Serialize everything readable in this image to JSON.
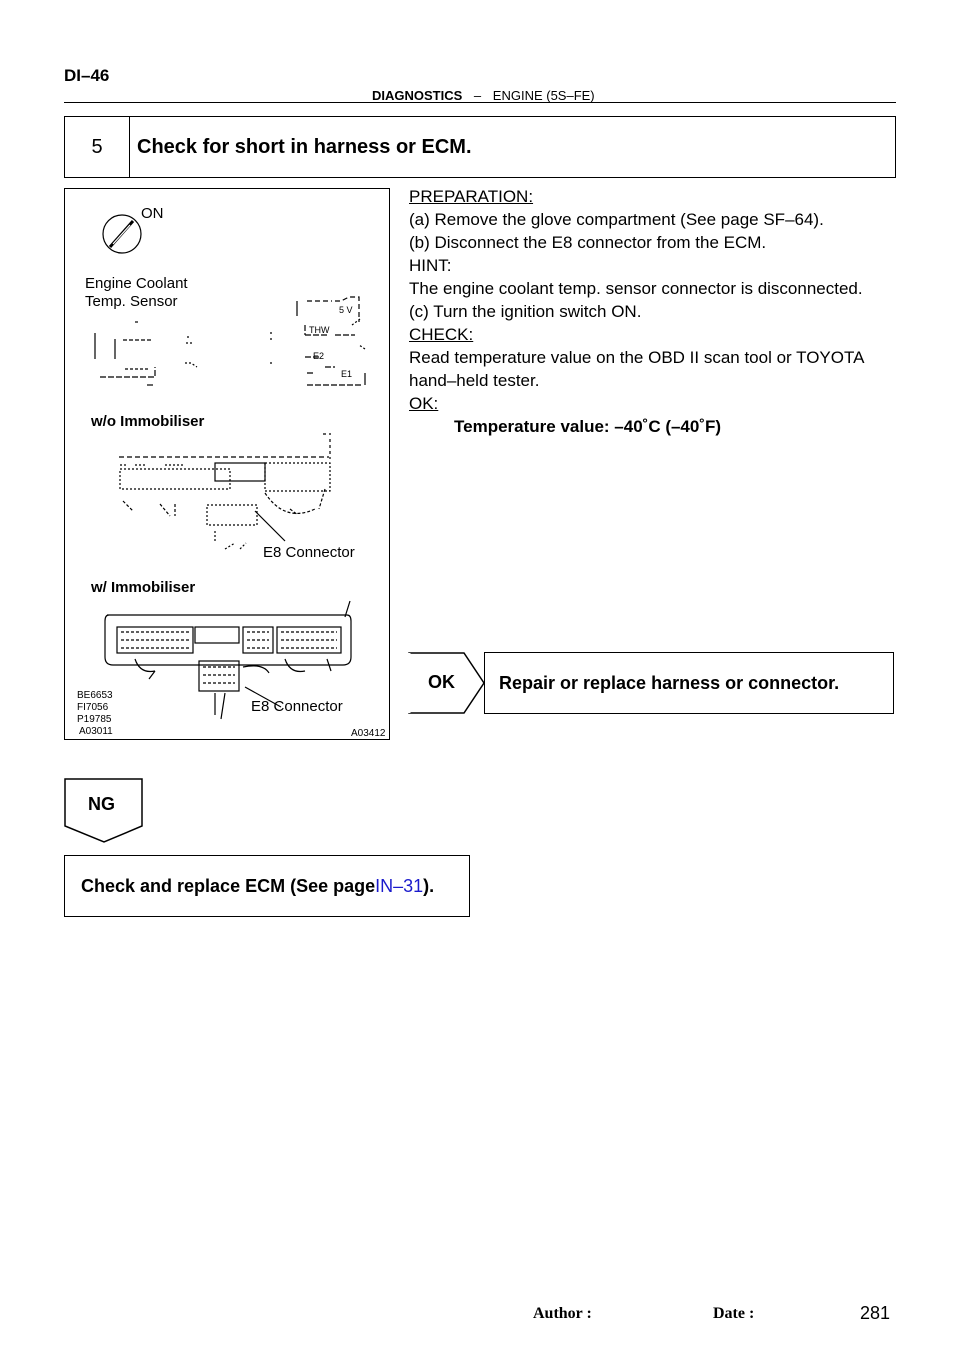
{
  "header": {
    "page_id": "DI–46",
    "section": "DIAGNOSTICS",
    "separator": "–",
    "subsection": "ENGINE (5S–FE)"
  },
  "step": {
    "number": "5",
    "title": "Check for short in harness or ECM."
  },
  "figure": {
    "ignition_label": "ON",
    "sensor_label_1": "Engine Coolant",
    "sensor_label_2": "Temp. Sensor",
    "terminal_5v": "5 V",
    "terminal_thw": "THW",
    "terminal_e2": "E2",
    "terminal_e1": "E1",
    "without_immobiliser": "w/o Immobiliser",
    "with_immobiliser": "w/ Immobiliser",
    "connector_label_1": "E8 Connector",
    "connector_label_2": "E8 Connector",
    "code_1": "BE6653",
    "code_2": "FI7056",
    "code_3": "P19785",
    "code_4": "A03011",
    "figure_code": "A03412"
  },
  "procedure": {
    "preparation_heading": "PREPARATION:",
    "step_a": "(a)    Remove the glove compartment (See page SF–64).",
    "step_b": "(b)    Disconnect the E8 connector from the ECM.",
    "hint_heading": "HINT:",
    "hint_text": "The engine coolant temp. sensor connector is disconnected.",
    "step_c": "(c)    Turn the ignition switch ON.",
    "check_heading": "CHECK:",
    "check_line_1": "Read temperature value on the OBD II scan tool or TOYOTA",
    "check_line_2": "hand–held tester.",
    "ok_heading": "OK:",
    "ok_value": "Temperature value: –40˚C (–40˚F)"
  },
  "ok_branch": {
    "tag": "OK",
    "action": "Repair or replace harness or connector."
  },
  "ng_branch": {
    "tag": "NG",
    "action_prefix": "Check and replace ECM (See page ",
    "action_link": "IN–31",
    "action_suffix": ")."
  },
  "footer": {
    "author_label": "Author :",
    "date_label": "Date :",
    "page_number": "281"
  }
}
